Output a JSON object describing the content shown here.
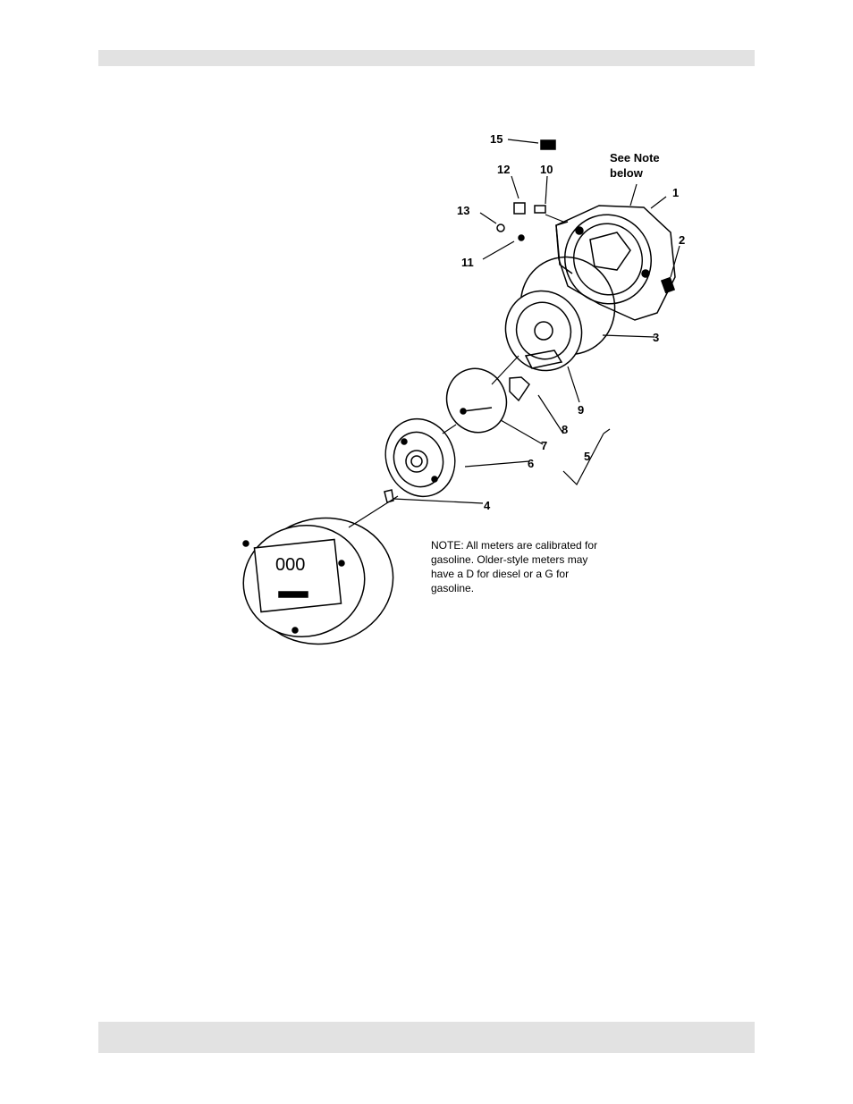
{
  "diagram": {
    "callouts": {
      "c1": "1",
      "c2": "2",
      "c3": "3",
      "c4": "4",
      "c5": "5",
      "c6": "6",
      "c7": "7",
      "c8": "8",
      "c9": "9",
      "c10": "10",
      "c11": "11",
      "c12": "12",
      "c13": "13",
      "c15": "15"
    },
    "see_note_line1": "See Note",
    "see_note_line2": "below",
    "display_digits": "000"
  },
  "note": {
    "line1": "NOTE: All meters are calibrated for",
    "line2": "gasoline. Older-style meters may",
    "line3": "have a D for diesel or a G for",
    "line4": "gasoline."
  }
}
